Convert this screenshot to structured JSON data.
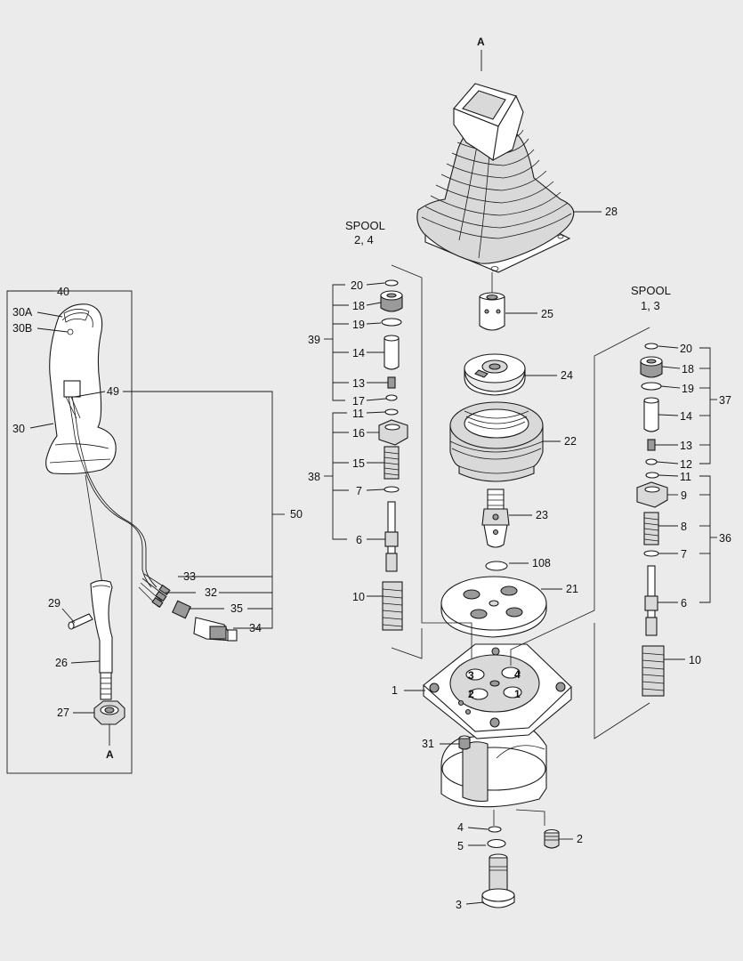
{
  "spool_left": {
    "title": "SPOOL",
    "sub": "2, 4"
  },
  "spool_right": {
    "title": "SPOOL",
    "sub": "1, 3"
  },
  "callouts": {
    "c40": "40",
    "c30A": "30A",
    "c30B": "30B",
    "c30": "30",
    "c49": "49",
    "c50": "50",
    "c33": "33",
    "c32": "32",
    "c35": "35",
    "c34": "34",
    "c29": "29",
    "c26": "26",
    "c27": "27",
    "cA_bottom": "A",
    "cA_top": "A",
    "c28": "28",
    "c25": "25",
    "c24": "24",
    "c22": "22",
    "c23": "23",
    "c108": "108",
    "c21": "21",
    "c1": "1",
    "c31": "31",
    "c4": "4",
    "c5": "5",
    "c3": "3",
    "c2": "2",
    "l20": "20",
    "l18": "18",
    "l19": "19",
    "l39": "39",
    "l14": "14",
    "l13": "13",
    "l17": "17",
    "l11": "11",
    "l16": "16",
    "l38": "38",
    "l15": "15",
    "l7": "7",
    "l6": "6",
    "l10": "10",
    "r20": "20",
    "r18": "18",
    "r19": "19",
    "r37": "37",
    "r14": "14",
    "r13": "13",
    "r12": "12",
    "r11": "11",
    "r9": "9",
    "r8": "8",
    "r36": "36",
    "r7": "7",
    "r6": "6",
    "r10": "10"
  },
  "port_numbers": {
    "p3": "3",
    "p4": "4",
    "p2": "2",
    "p1": "1"
  }
}
